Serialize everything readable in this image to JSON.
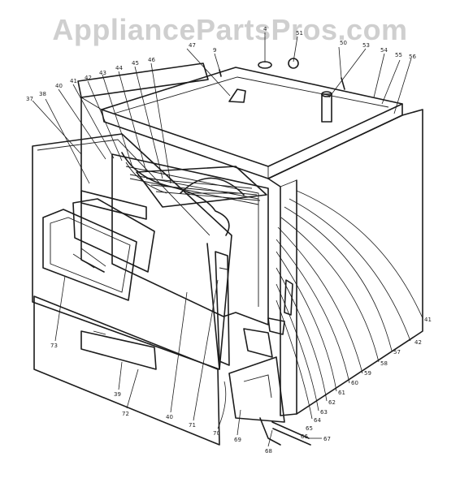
{
  "watermark": "AppliancePartsPros.com",
  "part_labels": {
    "p4": "4",
    "p9": "9",
    "p37": "37",
    "p38": "38",
    "p39": "39",
    "p40a": "40",
    "p40b": "40",
    "p41a": "41",
    "p41b": "41",
    "p42a": "42",
    "p42b": "42",
    "p43": "43",
    "p44": "44",
    "p45": "45",
    "p46": "46",
    "p47": "47",
    "p50": "50",
    "p51": "51",
    "p53": "53",
    "p54": "54",
    "p55": "55",
    "p56": "56",
    "p57": "57",
    "p58": "58",
    "p59": "59",
    "p60": "60",
    "p61": "61",
    "p62": "62",
    "p63": "63",
    "p64": "64",
    "p65": "65",
    "p66": "66",
    "p67": "67",
    "p68": "68",
    "p69": "69",
    "p70": "70",
    "p71": "71",
    "p72": "72",
    "p73": "73"
  }
}
